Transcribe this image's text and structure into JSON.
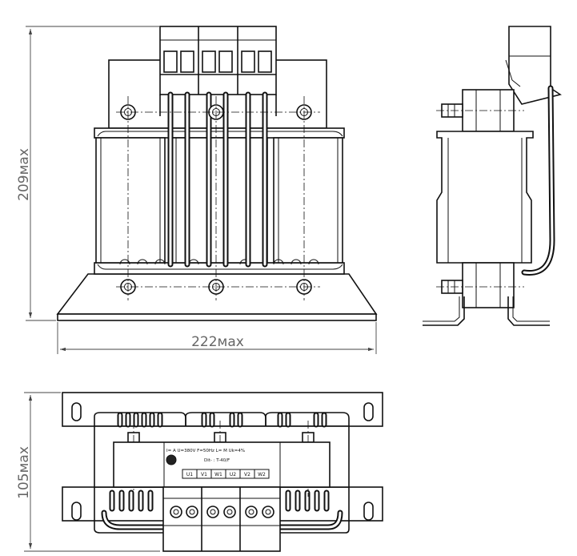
{
  "dimensions": {
    "height": "209мах",
    "width": "222мах",
    "depth": "105мах"
  },
  "nameplate": {
    "line1": "I= A U=380V F=50Hz L= M Uk=4%",
    "line2": "Dit- : T-40/F",
    "terminals": [
      "U1",
      "V1",
      "W1",
      "U2",
      "V2",
      "W2"
    ]
  }
}
